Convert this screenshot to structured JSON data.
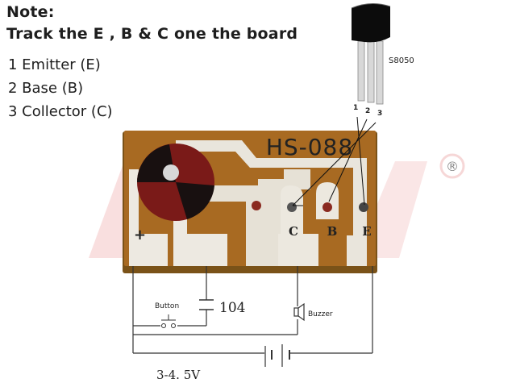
{
  "note": {
    "title": "Note:",
    "instruction": "Track the E , B & C one the board"
  },
  "pins": [
    {
      "label": "1 Emitter (E)"
    },
    {
      "label": "2 Base (B)"
    },
    {
      "label": "3 Collector (C)"
    }
  ],
  "transistor": {
    "part": "S8050",
    "leg_numbers": [
      "1",
      "2",
      "3"
    ]
  },
  "board": {
    "model": "HS-088",
    "plus_mark": "+",
    "pad_labels": {
      "c": "C",
      "b": "B",
      "e": "E"
    },
    "pad_label_color": "#e01010",
    "board_color": "#a86a20",
    "trace_color": "#e8e4dc"
  },
  "watermark": {
    "registered": "®",
    "color": "#f2c8c8"
  },
  "circuit": {
    "button_label": "Button",
    "capacitor_label": "104",
    "buzzer_label": "Buzzer",
    "voltage_label": "3-4. 5V"
  }
}
